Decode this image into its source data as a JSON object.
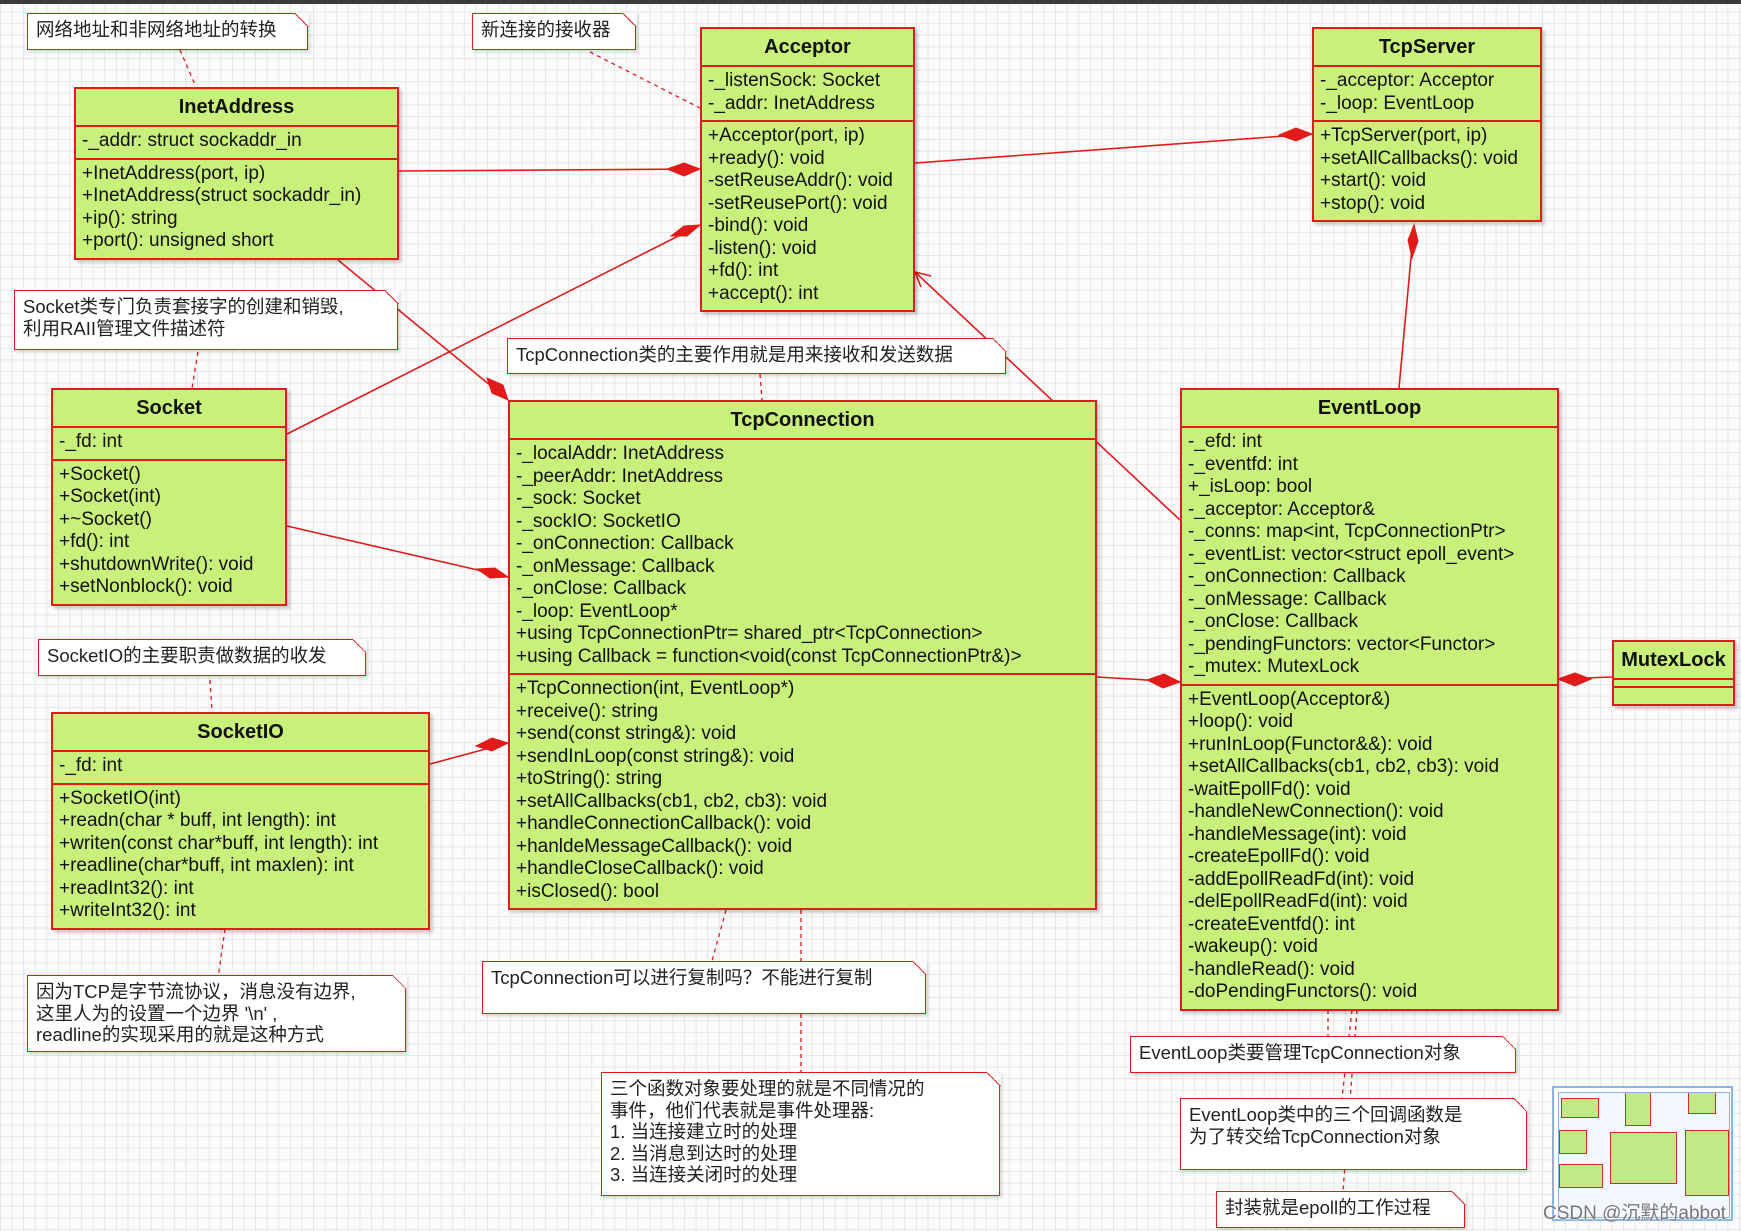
{
  "classes": {
    "acceptor": {
      "name": "Acceptor",
      "attributes": [
        "-_listenSock: Socket",
        "-_addr: InetAddress"
      ],
      "methods": [
        "+Acceptor(port, ip)",
        "+ready(): void",
        "-setReuseAddr(): void",
        "-setReusePort(): void",
        "-bind(): void",
        "-listen(): void",
        "+fd(): int",
        "+accept(): int"
      ]
    },
    "tcpserver": {
      "name": "TcpServer",
      "attributes": [
        "-_acceptor: Acceptor",
        "-_loop: EventLoop"
      ],
      "methods": [
        "+TcpServer(port, ip)",
        "+setAllCallbacks(): void",
        "+start(): void",
        "+stop(): void"
      ]
    },
    "inetaddress": {
      "name": "InetAddress",
      "attributes": [
        "-_addr: struct sockaddr_in"
      ],
      "methods": [
        "+InetAddress(port, ip)",
        "+InetAddress(struct sockaddr_in)",
        "+ip(): string",
        "+port(): unsigned short"
      ]
    },
    "socket": {
      "name": "Socket",
      "attributes": [
        "-_fd: int"
      ],
      "methods": [
        "+Socket()",
        "+Socket(int)",
        "+~Socket()",
        "+fd(): int",
        "+shutdownWrite(): void",
        "+setNonblock(): void"
      ]
    },
    "socketio": {
      "name": "SocketIO",
      "attributes": [
        "-_fd: int"
      ],
      "methods": [
        "+SocketIO(int)",
        "+readn(char * buff, int length): int",
        "+writen(const char*buff, int length): int",
        "+readline(char*buff, int maxlen): int",
        "+readInt32(): int",
        "+writeInt32(): int"
      ]
    },
    "tcpconnection": {
      "name": "TcpConnection",
      "attributes": [
        "-_localAddr: InetAddress",
        "-_peerAddr: InetAddress",
        "-_sock: Socket",
        "-_sockIO: SocketIO",
        "-_onConnection: Callback",
        "-_onMessage: Callback",
        "-_onClose: Callback",
        "-_loop: EventLoop*",
        "+using TcpConnectionPtr= shared_ptr<TcpConnection>",
        "+using Callback = function<void(const TcpConnectionPtr&)>"
      ],
      "methods": [
        "+TcpConnection(int, EventLoop*)",
        "+receive(): string",
        "+send(const string&): void",
        "+sendInLoop(const string&): void",
        "+toString(): string",
        "+setAllCallbacks(cb1, cb2, cb3): void",
        "+handleConnectionCallback(): void",
        "+hanldeMessageCallback(): void",
        "+handleCloseCallback(): void",
        "+isClosed(): bool"
      ]
    },
    "eventloop": {
      "name": "EventLoop",
      "attributes": [
        "-_efd: int",
        "-_eventfd: int",
        "+_isLoop: bool",
        "-_acceptor: Acceptor&",
        "-_conns: map<int, TcpConnectionPtr>",
        "-_eventList: vector<struct epoll_event>",
        "-_onConnection: Callback",
        "-_onMessage: Callback",
        "-_onClose: Callback",
        "-_pendingFunctors: vector<Functor>",
        "-_mutex: MutexLock"
      ],
      "methods": [
        "+EventLoop(Acceptor&)",
        "+loop(): void",
        "+runInLoop(Functor&&): void",
        "+setAllCallbacks(cb1, cb2, cb3): void",
        "-waitEpollFd(): void",
        "-handleNewConnection(): void",
        "-handleMessage(int): void",
        "-createEpollFd(): void",
        "-addEpollReadFd(int): void",
        "-delEpollReadFd(int): void",
        "-createEventfd(): int",
        "-wakeup(): void",
        "-handleRead(): void",
        "-doPendingFunctors(): void"
      ]
    },
    "mutexlock": {
      "name": "MutexLock",
      "attributes": [],
      "methods": []
    }
  },
  "notes": {
    "inet_note": [
      "网络地址和非网络地址的转换"
    ],
    "acceptor_note": [
      "新连接的接收器"
    ],
    "socket_note": [
      "Socket类专门负责套接字的创建和销毁,",
      "利用RAII管理文件描述符"
    ],
    "tcpconn_role_note": [
      "TcpConnection类的主要作用就是用来接收和发送数据"
    ],
    "socketio_note": [
      "SocketIO的主要职责做数据的收发"
    ],
    "tcp_stream_note": [
      "因为TCP是字节流协议，消息没有边界,",
      "这里人为的设置一个边界 '\\n' ,",
      "readline的实现采用的就是这种方式"
    ],
    "copy_note": [
      "TcpConnection可以进行复制吗？不能进行复制"
    ],
    "functor_note": [
      "三个函数对象要处理的就是不同情况的",
      "事件，他们代表就是事件处理器:",
      "1. 当连接建立时的处理",
      "2. 当消息到达时的处理",
      "3. 当连接关闭时的处理"
    ],
    "eventloop_manage_note": [
      "EventLoop类要管理TcpConnection对象"
    ],
    "eventloop_callbacks_note": [
      "EventLoop类中的三个回调函数是",
      "为了转交给TcpConnection对象"
    ],
    "epoll_note": [
      "封装就是epoll的工作过程"
    ]
  },
  "watermark": "CSDN @沉默的abbot",
  "colors": {
    "class_fill": "#c8f07a",
    "line": "#e21a1a"
  }
}
